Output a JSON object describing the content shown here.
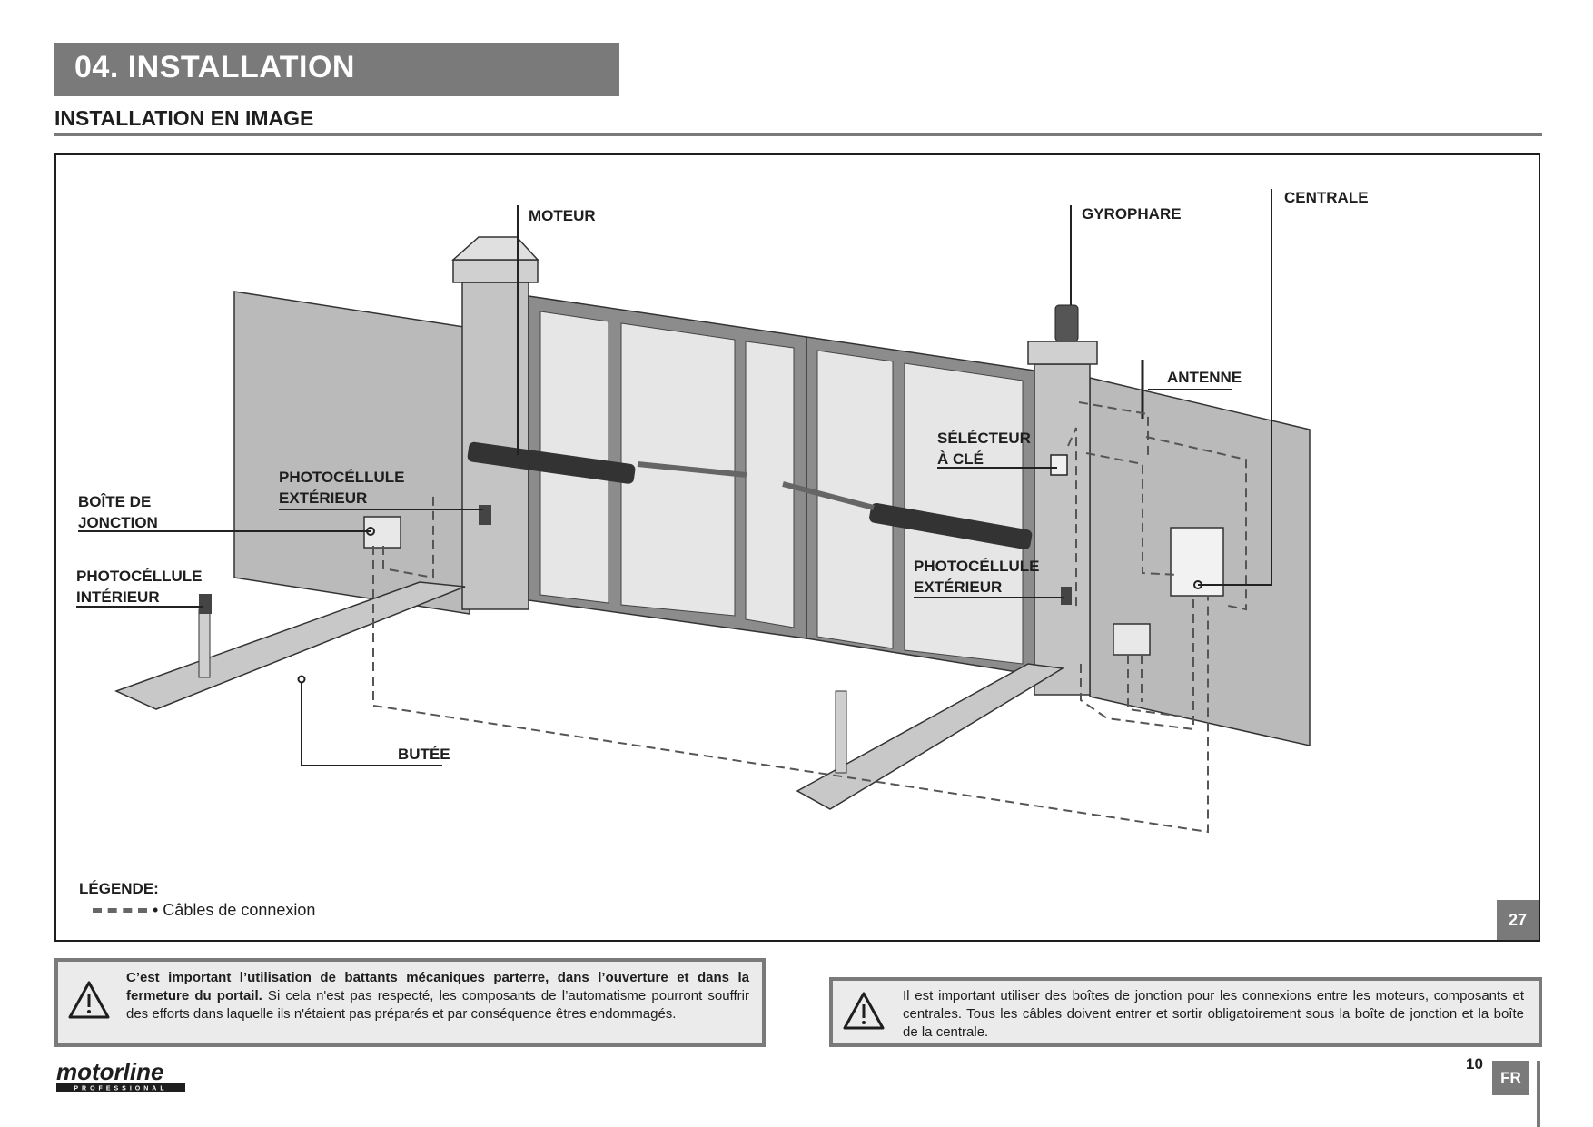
{
  "header": {
    "section_title": "04. INSTALLATION",
    "subsection_title": "INSTALLATION EN IMAGE"
  },
  "figure": {
    "labels": {
      "moteur": "MOTEUR",
      "gyrophare": "GYROPHARE",
      "centrale": "CENTRALE",
      "antenne": "ANTENNE",
      "selecteur_line1": "SÉLÉCTEUR",
      "selecteur_line2": "À CLÉ",
      "photo_ext_left_line1": "PHOTOCÉLLULE",
      "photo_ext_left_line2": "EXTÉRIEUR",
      "photo_ext_right_line1": "PHOTOCÉLLULE",
      "photo_ext_right_line2": "EXTÉRIEUR",
      "boite_line1": "BOÎTE DE",
      "boite_line2": "JONCTION",
      "photo_int_line1": "PHOTOCÉLLULE",
      "photo_int_line2": "INTÉRIEUR",
      "butee": "BUTÉE"
    },
    "legend": {
      "title": "LÉGENDE:",
      "item": "• Câbles de connexion"
    },
    "figure_number": "27"
  },
  "warnings": [
    {
      "bold": "C’est important l’utilisation de battants mécaniques parterre, dans l’ouverture et dans la fermeture du portail.",
      "text": " Si cela n'est pas respecté, les composants de l’automatisme pourront souffrir des efforts dans laquelle ils n'étaient pas préparés et par conséquence êtres endommagés."
    },
    {
      "text": "Il est important utiliser des boîtes de jonction pour les connexions entre les moteurs, composants et centrales. Tous les câbles doivent entrer et sortir obligatoirement sous la boîte de jonction et la boîte de la centrale."
    }
  ],
  "footer": {
    "brand_name": "motorline",
    "brand_sub": "PROFESSIONAL",
    "page_number": "10",
    "language": "FR"
  },
  "colors": {
    "accent_gray": "#7a7a7a",
    "warning_bg": "#ebebeb",
    "text": "#1e1e1e"
  }
}
